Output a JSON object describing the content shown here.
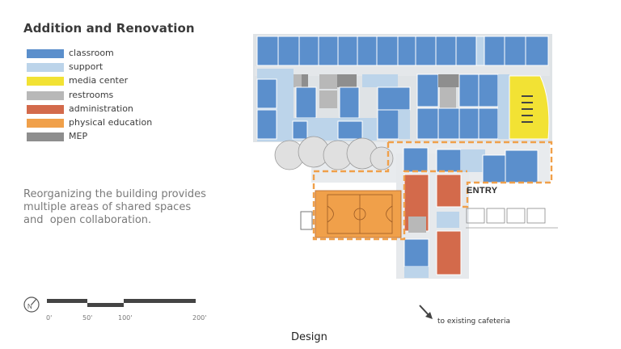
{
  "title": "Addition and Renovation",
  "legend": [
    {
      "label": "classroom",
      "color": "#5b8fcc"
    },
    {
      "label": "support",
      "color": "#bcd4ea"
    },
    {
      "label": "media center",
      "color": "#f2e234"
    },
    {
      "label": "restrooms",
      "color": "#b8b8b8"
    },
    {
      "label": "administration",
      "color": "#d36a4b"
    },
    {
      "label": "physical education",
      "color": "#f0a04a"
    },
    {
      "label": "MEP",
      "color": "#8e8e8e"
    }
  ],
  "description": [
    "Reorganizing the building provides",
    "multiple areas of shared spaces",
    "and  open collaboration."
  ],
  "scale": {
    "labels": [
      "0'",
      "50'",
      "100'",
      "200'"
    ],
    "north_icon": "north-arrow-icon"
  },
  "plan": {
    "entry_label": "ENTRY",
    "cafeteria_label": "to existing cafeteria"
  },
  "caption": "Design"
}
